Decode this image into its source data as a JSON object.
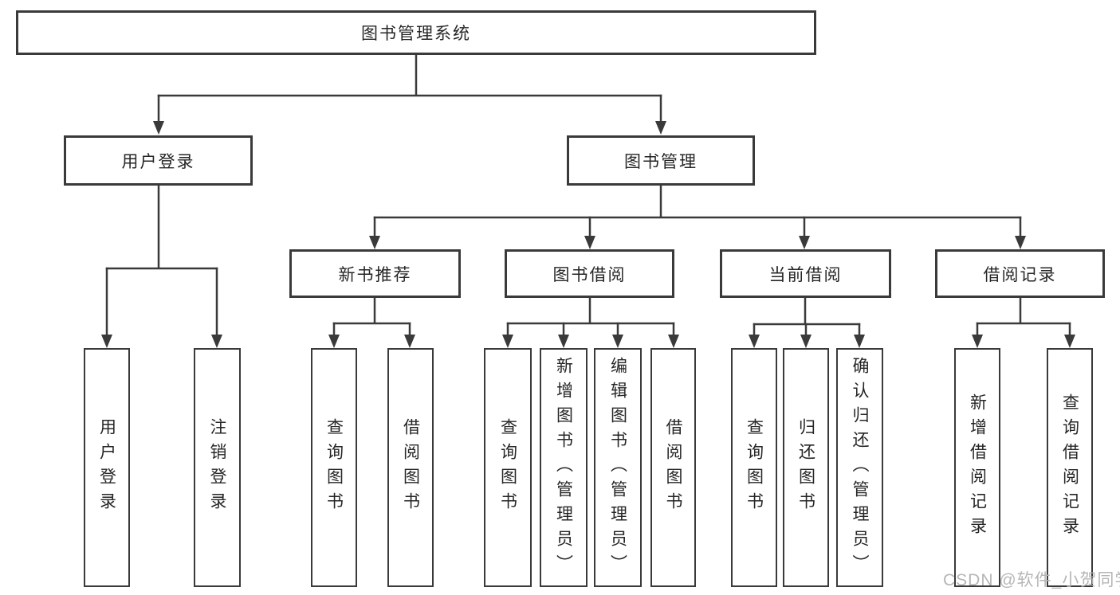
{
  "diagram": {
    "title": "图书管理系统",
    "root": "图书管理系统",
    "branches": [
      {
        "label": "用户登录",
        "children": [
          "用户登录",
          "注销登录"
        ]
      },
      {
        "label": "图书管理",
        "children": [
          {
            "label": "新书推荐",
            "children": [
              "查询图书",
              "借阅图书"
            ]
          },
          {
            "label": "图书借阅",
            "children": [
              "查询图书",
              "新增图书（管理员）",
              "编辑图书（管理员）",
              "借阅图书"
            ]
          },
          {
            "label": "当前借阅",
            "children": [
              "查询图书",
              "归还图书",
              "确认归还（管理员）"
            ]
          },
          {
            "label": "借阅记录",
            "children": [
              "新增借阅记录",
              "查询借阅记录"
            ]
          }
        ]
      }
    ]
  },
  "watermark": "CSDN @软件_小贺同学",
  "colors": {
    "line": "#3a3a3a",
    "text": "#262626",
    "watermark": "#b3b3b3",
    "background": "#ffffff"
  }
}
